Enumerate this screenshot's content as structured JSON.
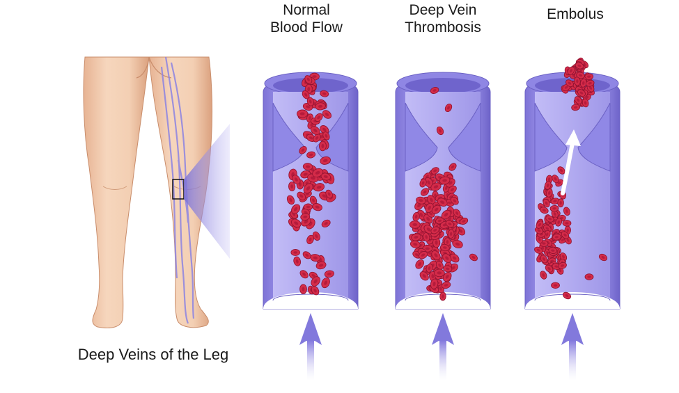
{
  "labels": {
    "normal_line1": "Normal",
    "normal_line2": "Blood Flow",
    "dvt_line1": "Deep Vein",
    "dvt_line2": "Thrombosis",
    "embolus": "Embolus",
    "leg_caption": "Deep Veins of the Leg"
  },
  "colors": {
    "vein_wall": "#9a8fe6",
    "vein_inner": "#b8b2f2",
    "vein_dark": "#6d62c9",
    "red_cell": "#d62a4a",
    "red_cell_edge": "#8e1230",
    "skin": "#f0c7a8",
    "skin_shadow": "#d9a07f",
    "arrow": "#8a80e0"
  },
  "icons": [
    "up-arrow-icon",
    "zoom-rectangle-icon",
    "curved-arrow-icon"
  ]
}
